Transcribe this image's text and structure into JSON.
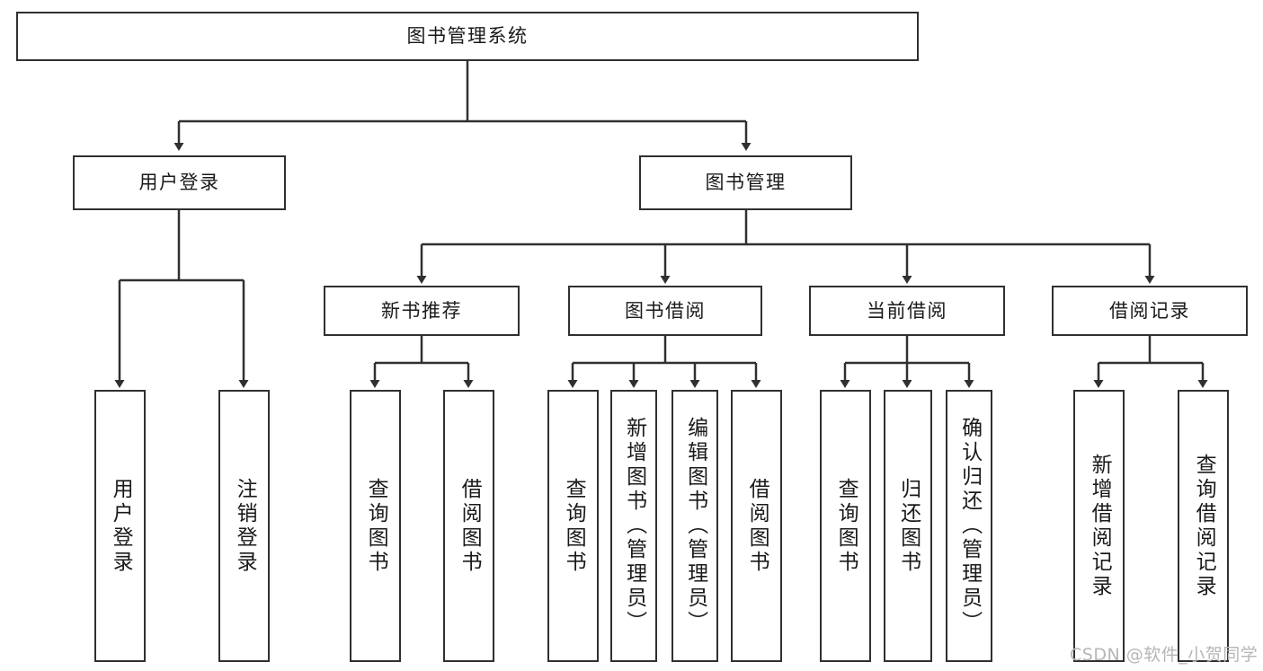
{
  "diagram": {
    "title": "图书管理系统",
    "type": "tree-hierarchy",
    "watermark": "CSDN @软件_小贺同学",
    "colors": {
      "stroke": "#303030",
      "background": "#ffffff",
      "text": "#1a1a1a",
      "watermark": "#b6b6b6"
    },
    "levels": {
      "root": {
        "label": "图书管理系统"
      },
      "level2": [
        {
          "label": "用户登录"
        },
        {
          "label": "图书管理"
        }
      ],
      "level3": [
        {
          "label": "新书推荐"
        },
        {
          "label": "图书借阅"
        },
        {
          "label": "当前借阅"
        },
        {
          "label": "借阅记录"
        }
      ],
      "leaves": [
        {
          "label": "用户登录",
          "parent": "用户登录"
        },
        {
          "label": "注销登录",
          "parent": "用户登录"
        },
        {
          "label": "查询图书",
          "parent": "新书推荐"
        },
        {
          "label": "借阅图书",
          "parent": "新书推荐"
        },
        {
          "label": "查询图书",
          "parent": "图书借阅"
        },
        {
          "label": "新增图书（管理员）",
          "parent": "图书借阅"
        },
        {
          "label": "编辑图书（管理员）",
          "parent": "图书借阅"
        },
        {
          "label": "借阅图书",
          "parent": "图书借阅"
        },
        {
          "label": "查询图书",
          "parent": "当前借阅"
        },
        {
          "label": "归还图书",
          "parent": "当前借阅"
        },
        {
          "label": "确认归还（管理员）",
          "parent": "当前借阅"
        },
        {
          "label": "新增借阅记录",
          "parent": "借阅记录"
        },
        {
          "label": "查询借阅记录",
          "parent": "借阅记录"
        }
      ]
    }
  }
}
